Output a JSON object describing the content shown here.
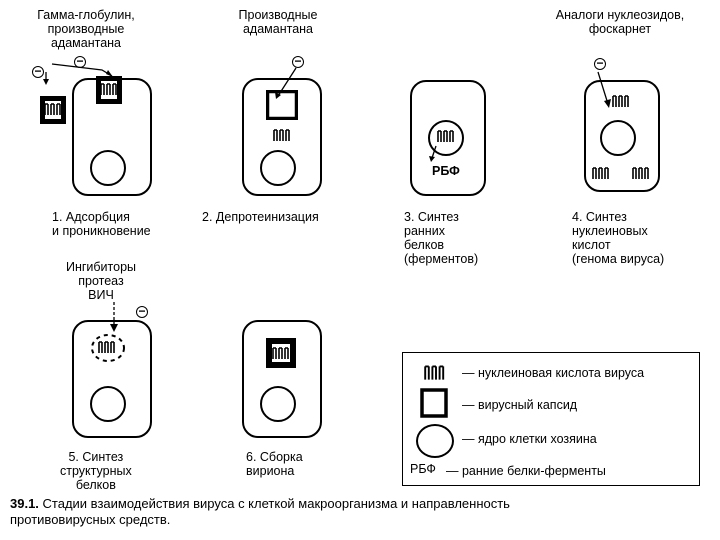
{
  "labels": {
    "gamma_globulin": "Гамма-глобулин,\nпроизводные\nадамантана",
    "adamantane": "Производные\nадамантана",
    "nucleoside": "Аналоги нуклеозидов,\nфоскарнет",
    "hiv": "Ингибиторы\nпротеаз\nВИЧ"
  },
  "stages": [
    {
      "caption": "1. Адсорбция\nи проникновение"
    },
    {
      "caption": "2. Депротеинизация"
    },
    {
      "caption": "3. Синтез\nранних\nбелков\n(ферментов)"
    },
    {
      "caption": "4. Синтез\nнуклеиновых\nкислот\n(генома вируса)"
    },
    {
      "caption": "5. Синтез\nструктурных\nбелков"
    },
    {
      "caption": "6. Сборка\nвириона"
    }
  ],
  "rbf_label": "РБФ",
  "minus_symbol": "−",
  "legend": [
    {
      "icon": "nucleic-acid",
      "text": "— нуклеиновая кислота вируса"
    },
    {
      "icon": "capsid",
      "text": "— вирусный капсид"
    },
    {
      "icon": "nucleus",
      "text": "— ядро клетки хозяина"
    },
    {
      "icon": "rbf",
      "label": "РБФ",
      "text": "— ранние белки-ферменты"
    }
  ],
  "footer": {
    "number": "39.1.",
    "text": " Стадии взаимодействия вируса с клеткой макроорганизма и направленность\nпротивовирусных средств."
  }
}
